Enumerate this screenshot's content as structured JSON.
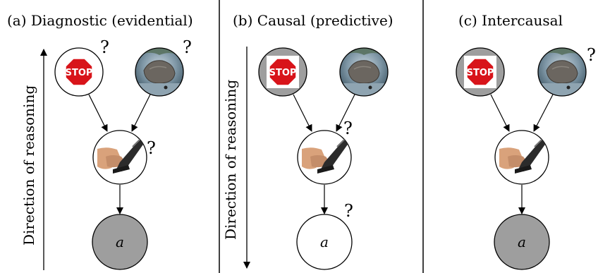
{
  "panels": [
    {
      "title": "(a) Diagnostic (evidential)",
      "axis_label": "Direction of reasoning",
      "stop_sign_text": "STOP",
      "outcome_label": "a",
      "observed": {
        "stop": false,
        "rock": false,
        "foot": false,
        "outcome": true
      },
      "query_marks": [
        "?",
        "?",
        "?"
      ]
    },
    {
      "title": "(b) Causal (predictive)",
      "axis_label": "Direction of reasoning",
      "stop_sign_text": "STOP",
      "outcome_label": "a",
      "observed": {
        "stop": true,
        "rock": false,
        "foot": false,
        "outcome": false
      },
      "query_marks": [
        "?",
        "?"
      ]
    },
    {
      "title": "(c) Intercausal",
      "axis_label": "",
      "stop_sign_text": "STOP",
      "outcome_label": "a",
      "observed": {
        "stop": true,
        "rock": false,
        "foot": false,
        "outcome": true
      },
      "query_marks": [
        "?"
      ]
    }
  ],
  "colors": {
    "observed_fill": "#9e9e9e",
    "stop_red": "#d8141a",
    "edge": "#000000"
  }
}
